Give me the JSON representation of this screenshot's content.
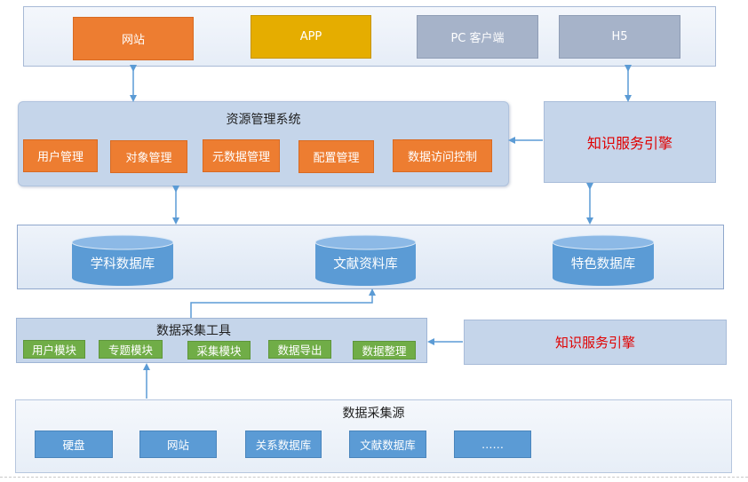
{
  "clients": {
    "website": "网站",
    "app": "APP",
    "pc": "PC 客户端",
    "h5": "H5"
  },
  "resource_mgmt": {
    "title": "资源管理系统",
    "modules": [
      "用户管理",
      "对象管理",
      "元数据管理",
      "配置管理",
      "数据访问控制"
    ]
  },
  "knowledge_engine_top": "知识服务引擎",
  "databases": [
    "学科数据库",
    "文献资料库",
    "特色数据库"
  ],
  "collection_tool": {
    "title": "数据采集工具",
    "modules": [
      "用户模块",
      "专题模块",
      "采集模块",
      "数据导出",
      "数据整理"
    ]
  },
  "knowledge_engine_bottom": "知识服务引擎",
  "sources": {
    "title": "数据采集源",
    "items": [
      "硬盘",
      "网站",
      "关系数据库",
      "文献数据库",
      "……"
    ]
  },
  "colors": {
    "orange": "#ed7d31",
    "gold": "#e5ad00",
    "gray": "#a6b3c9",
    "green": "#70ad47",
    "blue": "#5b9bd5",
    "panel": "#c5d5ea",
    "arrow": "#5b9bd5",
    "engine_text": "#e00000"
  }
}
